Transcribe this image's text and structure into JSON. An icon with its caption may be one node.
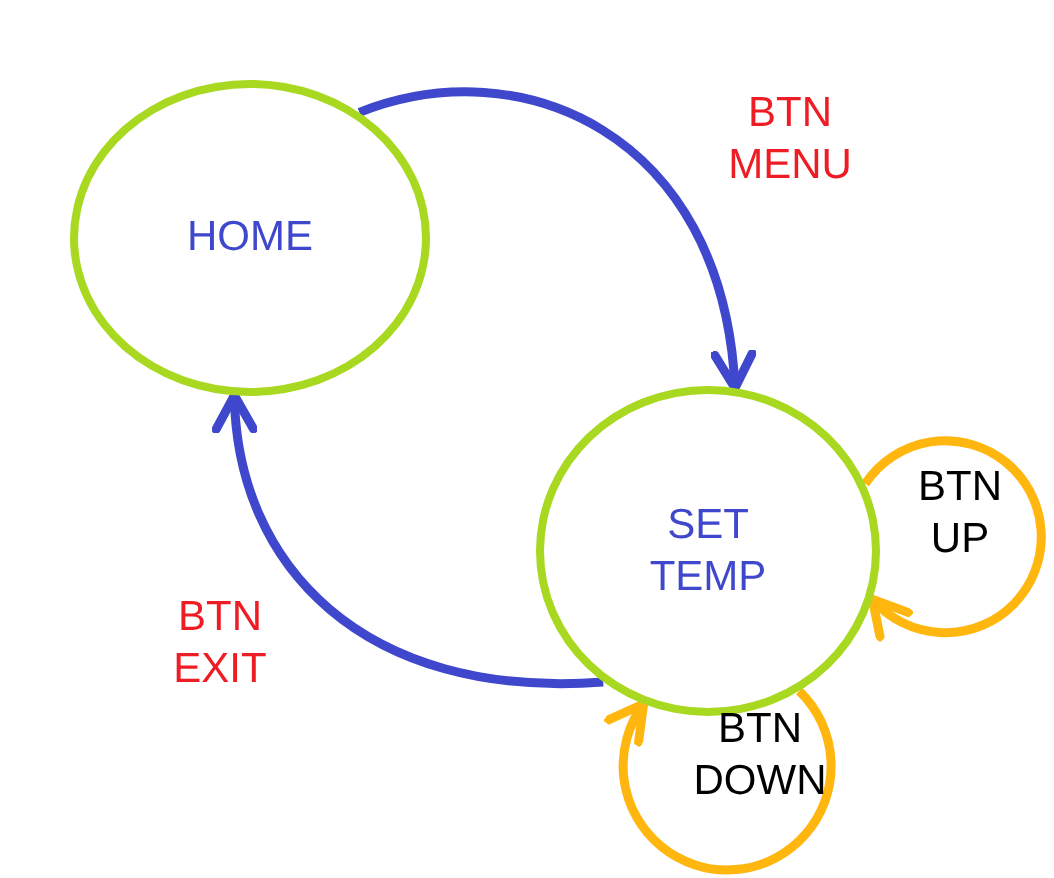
{
  "diagram": {
    "nodes": [
      {
        "text": [
          "HOME"
        ]
      },
      {
        "text": [
          "SET TEMP"
        ]
      }
    ],
    "edges": [
      {
        "from": 0,
        "to": 1,
        "arrow": "to",
        "label": "BTN MENU",
        "color": "#3f48cc"
      },
      {
        "from": 1,
        "to": 0,
        "arrow": "to",
        "label": "BTN EXIT",
        "color": "#3f48cc"
      },
      {
        "from": 1,
        "to": 1,
        "arrow": "to",
        "label": "BTN UP",
        "color": "#ffb70f"
      },
      {
        "from": 1,
        "to": 1,
        "arrow": "to",
        "label": "BTN DOWN",
        "color": "#ffb70f"
      }
    ]
  }
}
